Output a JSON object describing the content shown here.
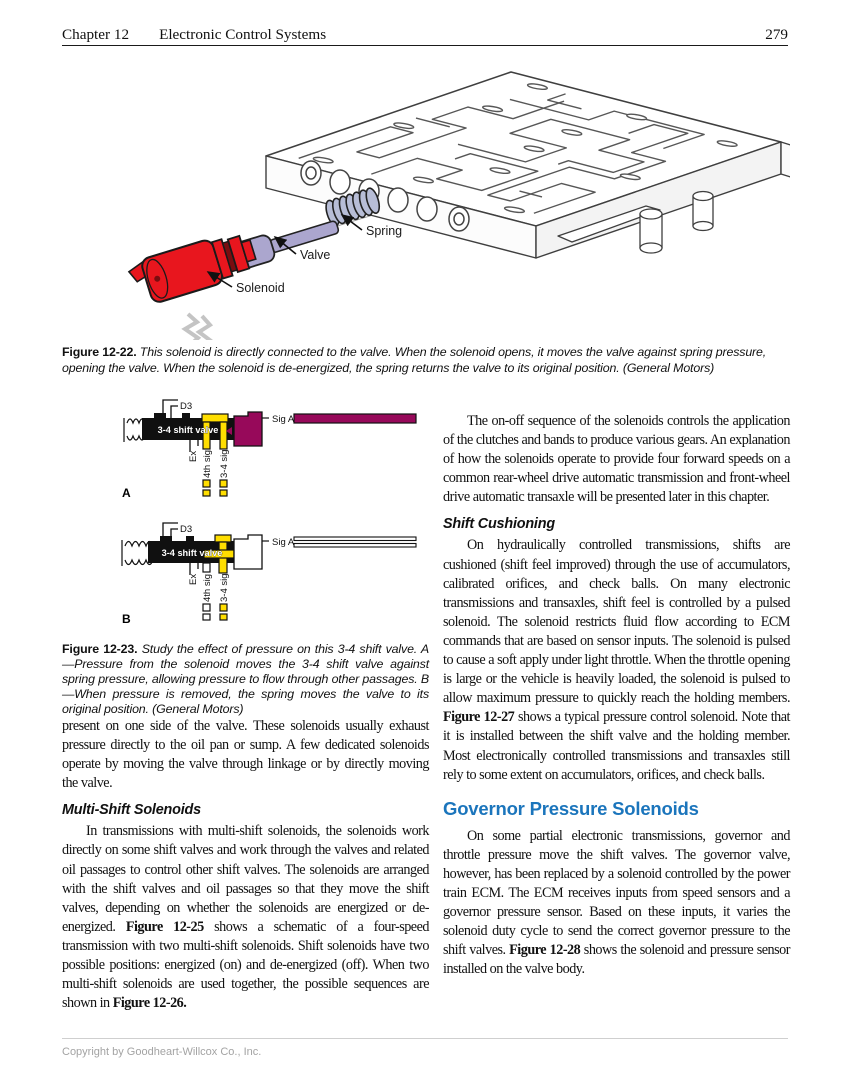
{
  "header": {
    "chapter": "Chapter 12",
    "book_section_title": "Electronic Control Systems",
    "page_number": "279"
  },
  "figure_22": {
    "labels": {
      "spring": "Spring",
      "valve": "Valve",
      "solenoid": "Solenoid"
    },
    "caption_label": "Figure 12-22.",
    "caption_text": " This solenoid is directly connected to the valve. When the solenoid opens, it moves the valve against spring pressure, opening the valve. When the solenoid is de-energized, the spring returns the valve to its original position. (General Motors)"
  },
  "figure_23": {
    "diagram_a": {
      "letter": "A",
      "d3": "D3",
      "sig_a": "Sig A",
      "valve_label": "3-4 shift valve",
      "ex": "Ex",
      "fourth_sig": "4th sig",
      "three_four_sig": "3-4 sig"
    },
    "diagram_b": {
      "letter": "B",
      "d3": "D3",
      "sig_a": "Sig A",
      "valve_label": "3-4 shift valve",
      "ex": "Ex",
      "fourth_sig": "4th sig",
      "three_four_sig": "3-4 sig"
    },
    "caption_label": "Figure 12-23.",
    "caption_text": " Study the effect of pressure on this 3-4 shift valve. A—Pressure from the solenoid moves the 3-4 shift valve against spring pressure, allowing pressure to flow through other passages. B—When pressure is removed, the spring moves the valve to its original position. (General Motors)"
  },
  "left_column": {
    "para_continuation": "present on one side of the valve. These solenoids usually exhaust pressure directly to the oil pan or sump. A few dedicated solenoids operate by moving the valve through linkage or by directly moving the valve.",
    "heading_multi_shift": "Multi-Shift Solenoids",
    "para_multi_shift": {
      "s1": "In transmissions with multi-shift solenoids, the solenoids work directly on some shift valves and work through the valves and related oil passages to control other shift valves. The solenoids are arranged with the shift valves and oil passages so that they move the shift valves, depending on whether the solenoids are energized or de-energized. ",
      "b1": "Figure 12-25",
      "s2": " shows a schematic of a four-speed transmission with two multi-shift solenoids. Shift solenoids have two possible positions: energized (on) and de-energized (off). When two multi-shift solenoids are used together, the possible sequences are shown in ",
      "b2": "Figure 12-26."
    }
  },
  "right_column": {
    "para_onoff": "The on-off sequence of the solenoids controls the application of the clutches and bands to produce various gears. An explanation of how the solenoids operate to provide four forward speeds on a common rear-wheel drive automatic transmission and front-wheel drive automatic transaxle will be presented later in this chapter.",
    "heading_shift_cushioning": "Shift Cushioning",
    "para_shift_cushioning": {
      "s1": "On hydraulically controlled transmissions, shifts are cushioned (shift feel improved) through the use of accumulators, calibrated orifices, and check balls. On many electronic transmissions and transaxles, shift feel is controlled by a pulsed solenoid. The solenoid restricts fluid flow according to ECM commands that are based on sensor inputs. The solenoid is pulsed to cause a soft apply under light throttle. When the throttle opening is large or the vehicle is heavily loaded, the solenoid is pulsed to allow maximum pressure to quickly reach the holding members. ",
      "b1": "Figure 12-27",
      "s2": " shows a typical pressure control solenoid. Note that it is installed between the shift valve and the holding member. Most electronically controlled transmissions and transaxles still rely to some extent on accumulators, orifices, and check balls."
    },
    "heading_governor": "Governor Pressure Solenoids",
    "para_governor": {
      "s1": "On some partial electronic transmissions, governor and throttle pressure move the shift valves. The governor valve, however, has been replaced by a solenoid controlled by the power train ECM. The ECM receives inputs from speed sensors and a governor pressure sensor. Based on these inputs, it varies the solenoid duty cycle to send the correct governor pressure to the shift valves. ",
      "b1": "Figure 12-28",
      "s2": " shows the solenoid and pressure sensor installed on the valve body."
    }
  },
  "footer": {
    "copyright": "Copyright by Goodheart-Willcox Co., Inc."
  },
  "colors": {
    "heading_blue": "#1b75bc",
    "pressure_magenta": "#97095a",
    "signal_yellow": "#ffde00",
    "solenoid_red": "#e8161e",
    "valve_lavender": "#aba6ce",
    "spring_gray": "#b7bdd6"
  }
}
